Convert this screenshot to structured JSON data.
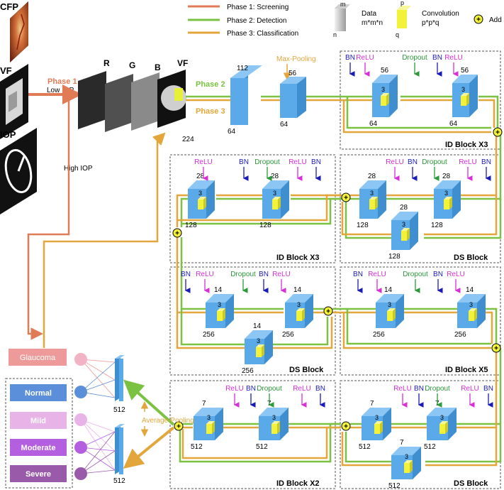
{
  "legend": {
    "phase1": "Phase 1: Screening",
    "phase2": "Phase 2: Detection",
    "phase3": "Phase 3: Classification",
    "data_title": "Data",
    "data_formula": "m*m*n",
    "data_m": "m",
    "data_n": "n",
    "conv_title": "Convolution",
    "conv_formula": "p*p*q",
    "conv_p": "p",
    "conv_q": "q",
    "add": "Add"
  },
  "inputs": {
    "cfp": "CFP",
    "vf": "VF",
    "iop": "IOP",
    "phase1_label": "Phase 1",
    "low_iop": "Low IOP",
    "high_iop": "High IOP"
  },
  "channels": {
    "r": "R",
    "g": "G",
    "b": "B",
    "vf": "VF",
    "size": "224"
  },
  "phases": {
    "phase2": "Phase 2",
    "phase3": "Phase 3"
  },
  "stem": {
    "conv_size": "112",
    "conv_depth": "64",
    "pool_label": "Max-Pooling",
    "pool_size": "56",
    "pool_depth": "64"
  },
  "ops": {
    "bn": "BN",
    "relu": "ReLU",
    "dropout": "Dropout"
  },
  "blocks": {
    "r1": {
      "title": "ID Block  X3",
      "size": "56",
      "depth": "64",
      "kernel": "3"
    },
    "r2_left": {
      "title": "ID Block  X3",
      "size": "28",
      "depth": "128",
      "kernel": "3"
    },
    "r2_right": {
      "title": "DS Block",
      "size": "28",
      "depth": "128",
      "kernel": "3"
    },
    "r3_left": {
      "title": "DS Block",
      "size": "14",
      "depth": "256",
      "kernel": "3"
    },
    "r3_right": {
      "title": "ID Block  X5",
      "size": "14",
      "depth": "256",
      "kernel": "3"
    },
    "r4_left": {
      "title": "ID Block  X2",
      "size": "7",
      "depth": "512",
      "kernel": "3"
    },
    "r4_right": {
      "title": "DS Block",
      "size": "7",
      "depth": "512",
      "kernel": "3"
    }
  },
  "head": {
    "avg_pool": "Average-Pooling",
    "fc1": "512",
    "fc2": "512"
  },
  "outputs": {
    "glaucoma": "Glaucoma",
    "normal": "Normal",
    "mild": "Mild",
    "moderate": "Moderate",
    "severe": "Severe"
  },
  "colors": {
    "phase1": "#e07b55",
    "phase2": "#7cc242",
    "phase3": "#e3a63a",
    "cube": "#5aa9e8",
    "kernel": "#f2f23a",
    "bn": "#1a1ab8",
    "relu": "#d82fd8",
    "dropout": "#2a9a3a",
    "glaucoma": "#ef9a9a",
    "normal": "#5b8fd9",
    "mild": "#e8b4e8",
    "moderate": "#b45fe0",
    "severe": "#9a5aaa"
  }
}
